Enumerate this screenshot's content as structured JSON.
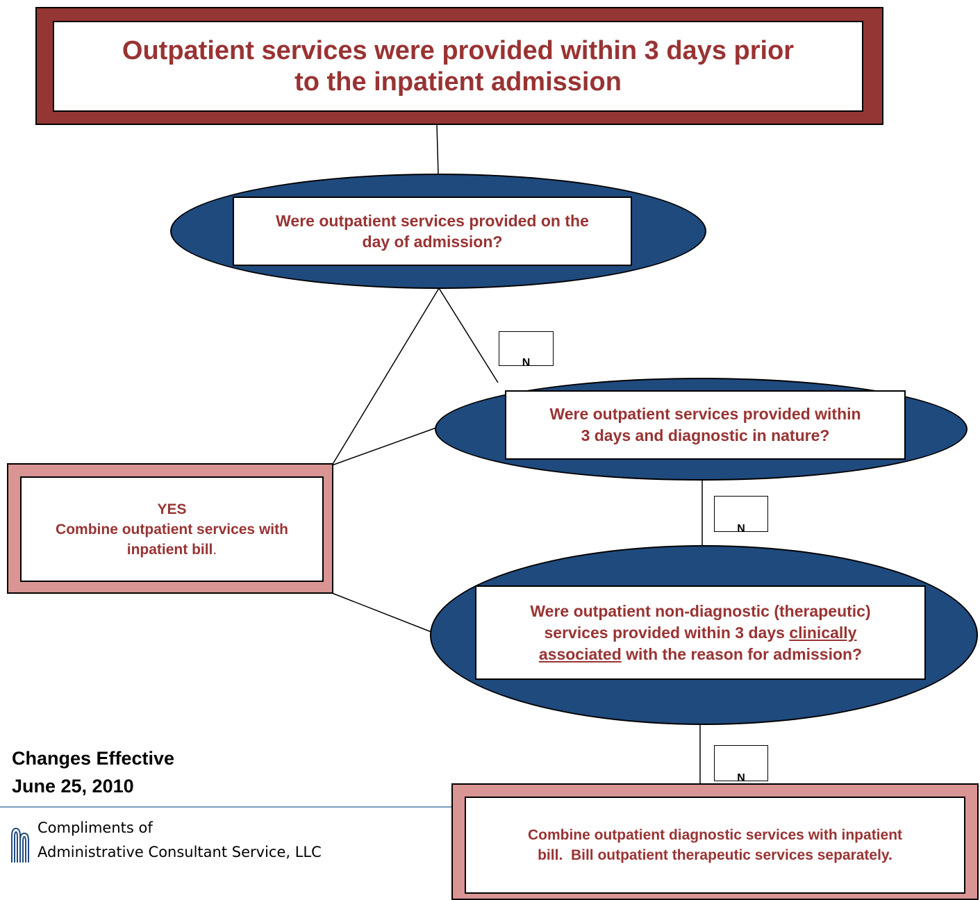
{
  "title": {
    "line1": "Outpatient services were provided within 3 days prior",
    "line2": "to the inpatient admission"
  },
  "decision1": {
    "line1": "Were outpatient services provided on the",
    "line2": "day of admission?"
  },
  "no_label_1": "N",
  "decision2": {
    "line1": "Were outpatient services provided within",
    "line2": "3 days and diagnostic in nature?"
  },
  "no_label_2": "N",
  "yes_box": {
    "heading": "YES",
    "line1": "Combine outpatient services with",
    "line2": "inpatient bill",
    "period": "."
  },
  "decision3": {
    "line1": "Were outpatient non-diagnostic (therapeutic)",
    "line2_prefix": "services provided within 3 days",
    "underlined_1": "clinically",
    "underlined_2": "associated",
    "line3_suffix": "with the reason for admission?"
  },
  "no_label_3": "N",
  "result_box": {
    "line1": "Combine outpatient diagnostic services with inpatient",
    "line2": "bill.  Bill outpatient therapeutic services separately."
  },
  "effective": {
    "line1": "Changes Effective",
    "line2": "June 25, 2010"
  },
  "footer": {
    "line1": "Compliments of",
    "line2": "Administrative Consultant Service, LLC"
  },
  "colors": {
    "title_frame": "#943634",
    "result_frame": "#d99594",
    "ellipse": "#1f4a7d",
    "text": "#993333"
  }
}
